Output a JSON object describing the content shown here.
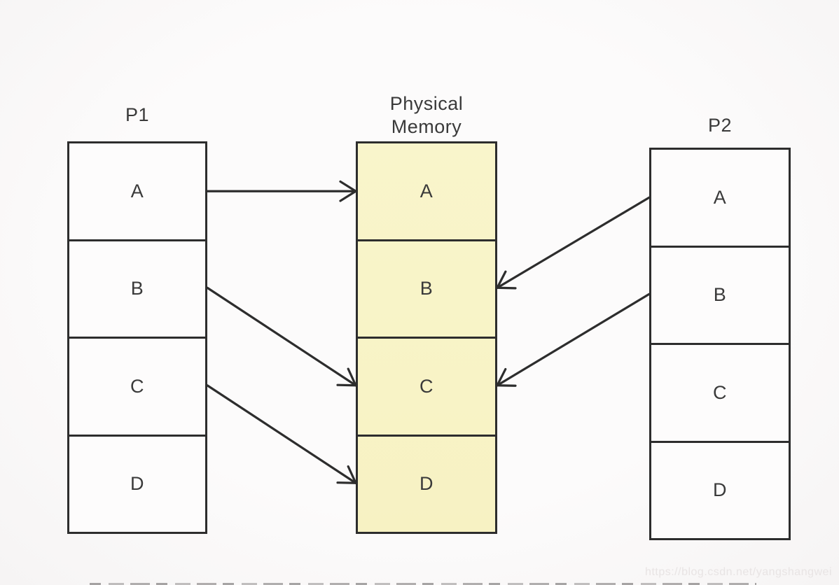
{
  "diagram": {
    "columns": [
      {
        "id": "p1",
        "label": "P1",
        "cells": [
          "A",
          "B",
          "C",
          "D"
        ]
      },
      {
        "id": "pm",
        "label_lines": [
          "Physical",
          "Memory"
        ],
        "cells": [
          "A",
          "B",
          "C",
          "D"
        ]
      },
      {
        "id": "p2",
        "label": "P2",
        "cells": [
          "A",
          "B",
          "C",
          "D"
        ]
      }
    ],
    "mappings": [
      {
        "from": "p1.A",
        "to": "pm.A"
      },
      {
        "from": "p1.B",
        "to": "pm.C"
      },
      {
        "from": "p1.C",
        "to": "pm.D"
      },
      {
        "from": "p2.A",
        "to": "pm.B"
      },
      {
        "from": "p2.B",
        "to": "pm.C"
      }
    ],
    "colors": {
      "stroke": "#2d2d2d",
      "physical_memory_fill": "#f8f3c6",
      "process_fill": "#fdfcfc",
      "background": "#fbfafa",
      "text": "#3a3a3a"
    }
  },
  "watermark": "https://blog.csdn.net/yangshangwei"
}
